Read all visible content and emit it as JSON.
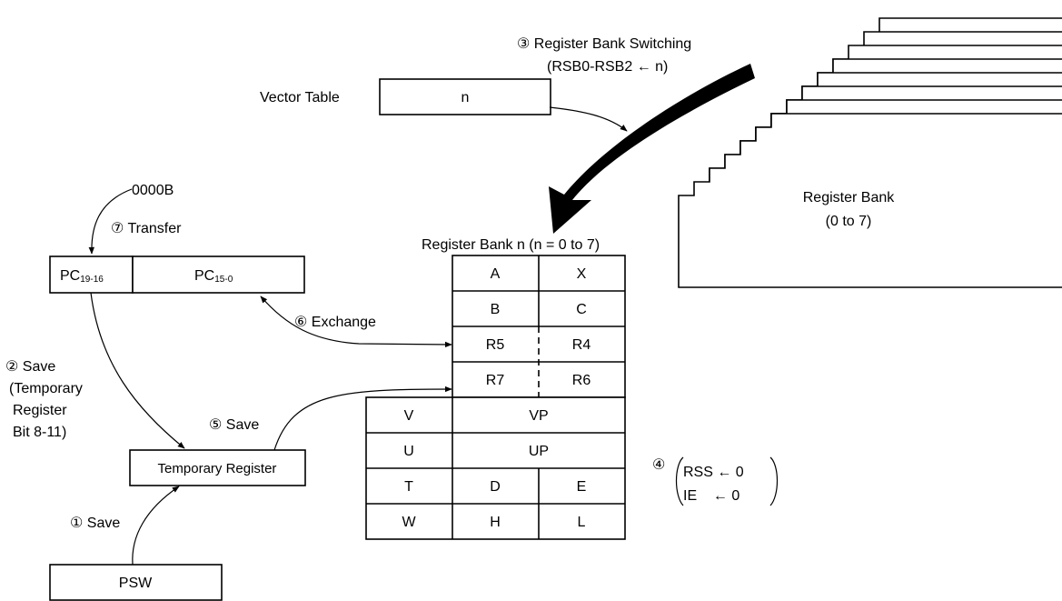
{
  "vector_table": {
    "label": "Vector Table",
    "value": "n"
  },
  "step3": {
    "label": "③ Register Bank Switching",
    "sub": "(RSB0-RSB2 ← n)"
  },
  "register_bank_stack": {
    "line1": "Register Bank",
    "line2": "(0 to 7)"
  },
  "register_bank_n": {
    "title": "Register Bank n (n = 0 to 7)"
  },
  "regs": {
    "A": "A",
    "X": "X",
    "B": "B",
    "C": "C",
    "R5": "R5",
    "R4": "R4",
    "R7": "R7",
    "R6": "R6",
    "V": "V",
    "VP": "VP",
    "U": "U",
    "UP": "UP",
    "T": "T",
    "D": "D",
    "E": "E",
    "W": "W",
    "H": "H",
    "L": "L"
  },
  "pc": {
    "high_name": "PC",
    "high_sub": "19-16",
    "low_name": "PC",
    "low_sub": "15-0"
  },
  "addr_0000B": "0000B",
  "step7": "⑦ Transfer",
  "step6": "⑥ Exchange",
  "step2": {
    "line1": "② Save",
    "line2": "(Temporary",
    "line3": "Register",
    "line4": "Bit 8-11)"
  },
  "step5": "⑤ Save",
  "temp_register": "Temporary Register",
  "step1": "① Save",
  "psw": "PSW",
  "step4": {
    "num": "④",
    "line1": "RSS ← 0",
    "line2": "IE    ← 0"
  }
}
